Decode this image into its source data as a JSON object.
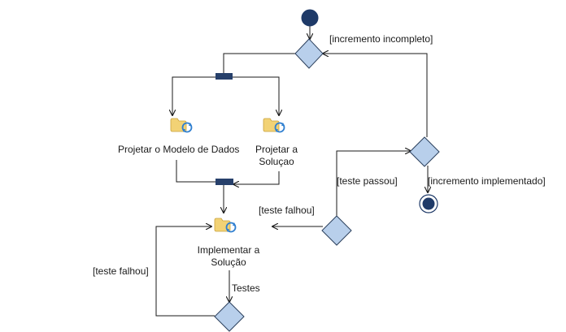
{
  "activities": {
    "modelo": "Projetar o Modelo de Dados",
    "solucao_line1": "Projetar a",
    "solucao_line2": "Soluçao",
    "implementar_line1": "Implementar a",
    "implementar_line2": "Solução"
  },
  "guards": {
    "incremento_incompleto": "[incremento incompleto]",
    "incremento_implementado": "[incremento implementado]",
    "teste_passou": "[teste passou]",
    "teste_falhou_right": "[teste falhou]",
    "teste_falhou_left": "[teste falhou]",
    "testes": "Testes"
  },
  "colors": {
    "line": "#1a1a1a",
    "diamond_fill": "#b8cfeb",
    "diamond_stroke": "#2b3f5c",
    "node_fill": "#1f3a68",
    "bar_fill": "#27406b",
    "activity_icon": "#f2d275",
    "activity_refresh": "#2f7fd0"
  },
  "icons": {
    "activity": "activity-refresh-icon"
  }
}
